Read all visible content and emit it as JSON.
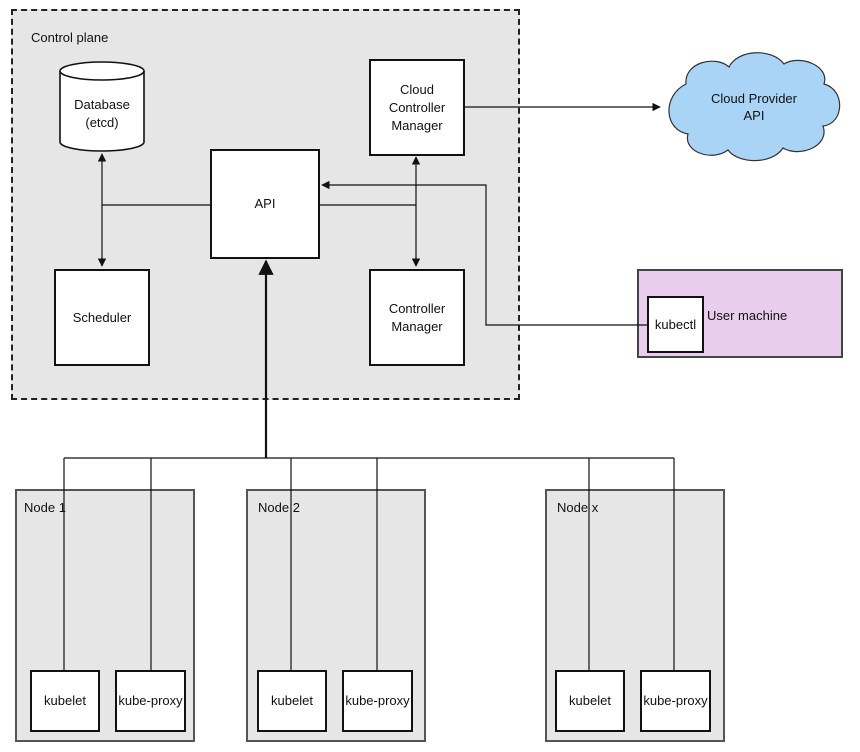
{
  "control_plane": {
    "title": "Control plane",
    "database": "Database\n(etcd)",
    "cloud_controller_manager": "Cloud\nController\nManager",
    "api": "API",
    "scheduler": "Scheduler",
    "controller_manager": "Controller\nManager"
  },
  "cloud_provider": {
    "line1": "Cloud Provider",
    "line2": "API"
  },
  "user_machine": {
    "title": "User machine",
    "kubectl": "kubectl"
  },
  "nodes": [
    {
      "title": "Node 1",
      "kubelet": "kubelet",
      "kube_proxy": "kube-proxy"
    },
    {
      "title": "Node 2",
      "kubelet": "kubelet",
      "kube_proxy": "kube-proxy"
    },
    {
      "title": "Node x",
      "kubelet": "kubelet",
      "kube_proxy": "kube-proxy"
    }
  ],
  "colors": {
    "control_plane_fill": "#e6e6e6",
    "node_fill": "#e6e6e6",
    "user_machine_fill": "#e8cdec",
    "cloud_fill": "#a9d4f5"
  }
}
